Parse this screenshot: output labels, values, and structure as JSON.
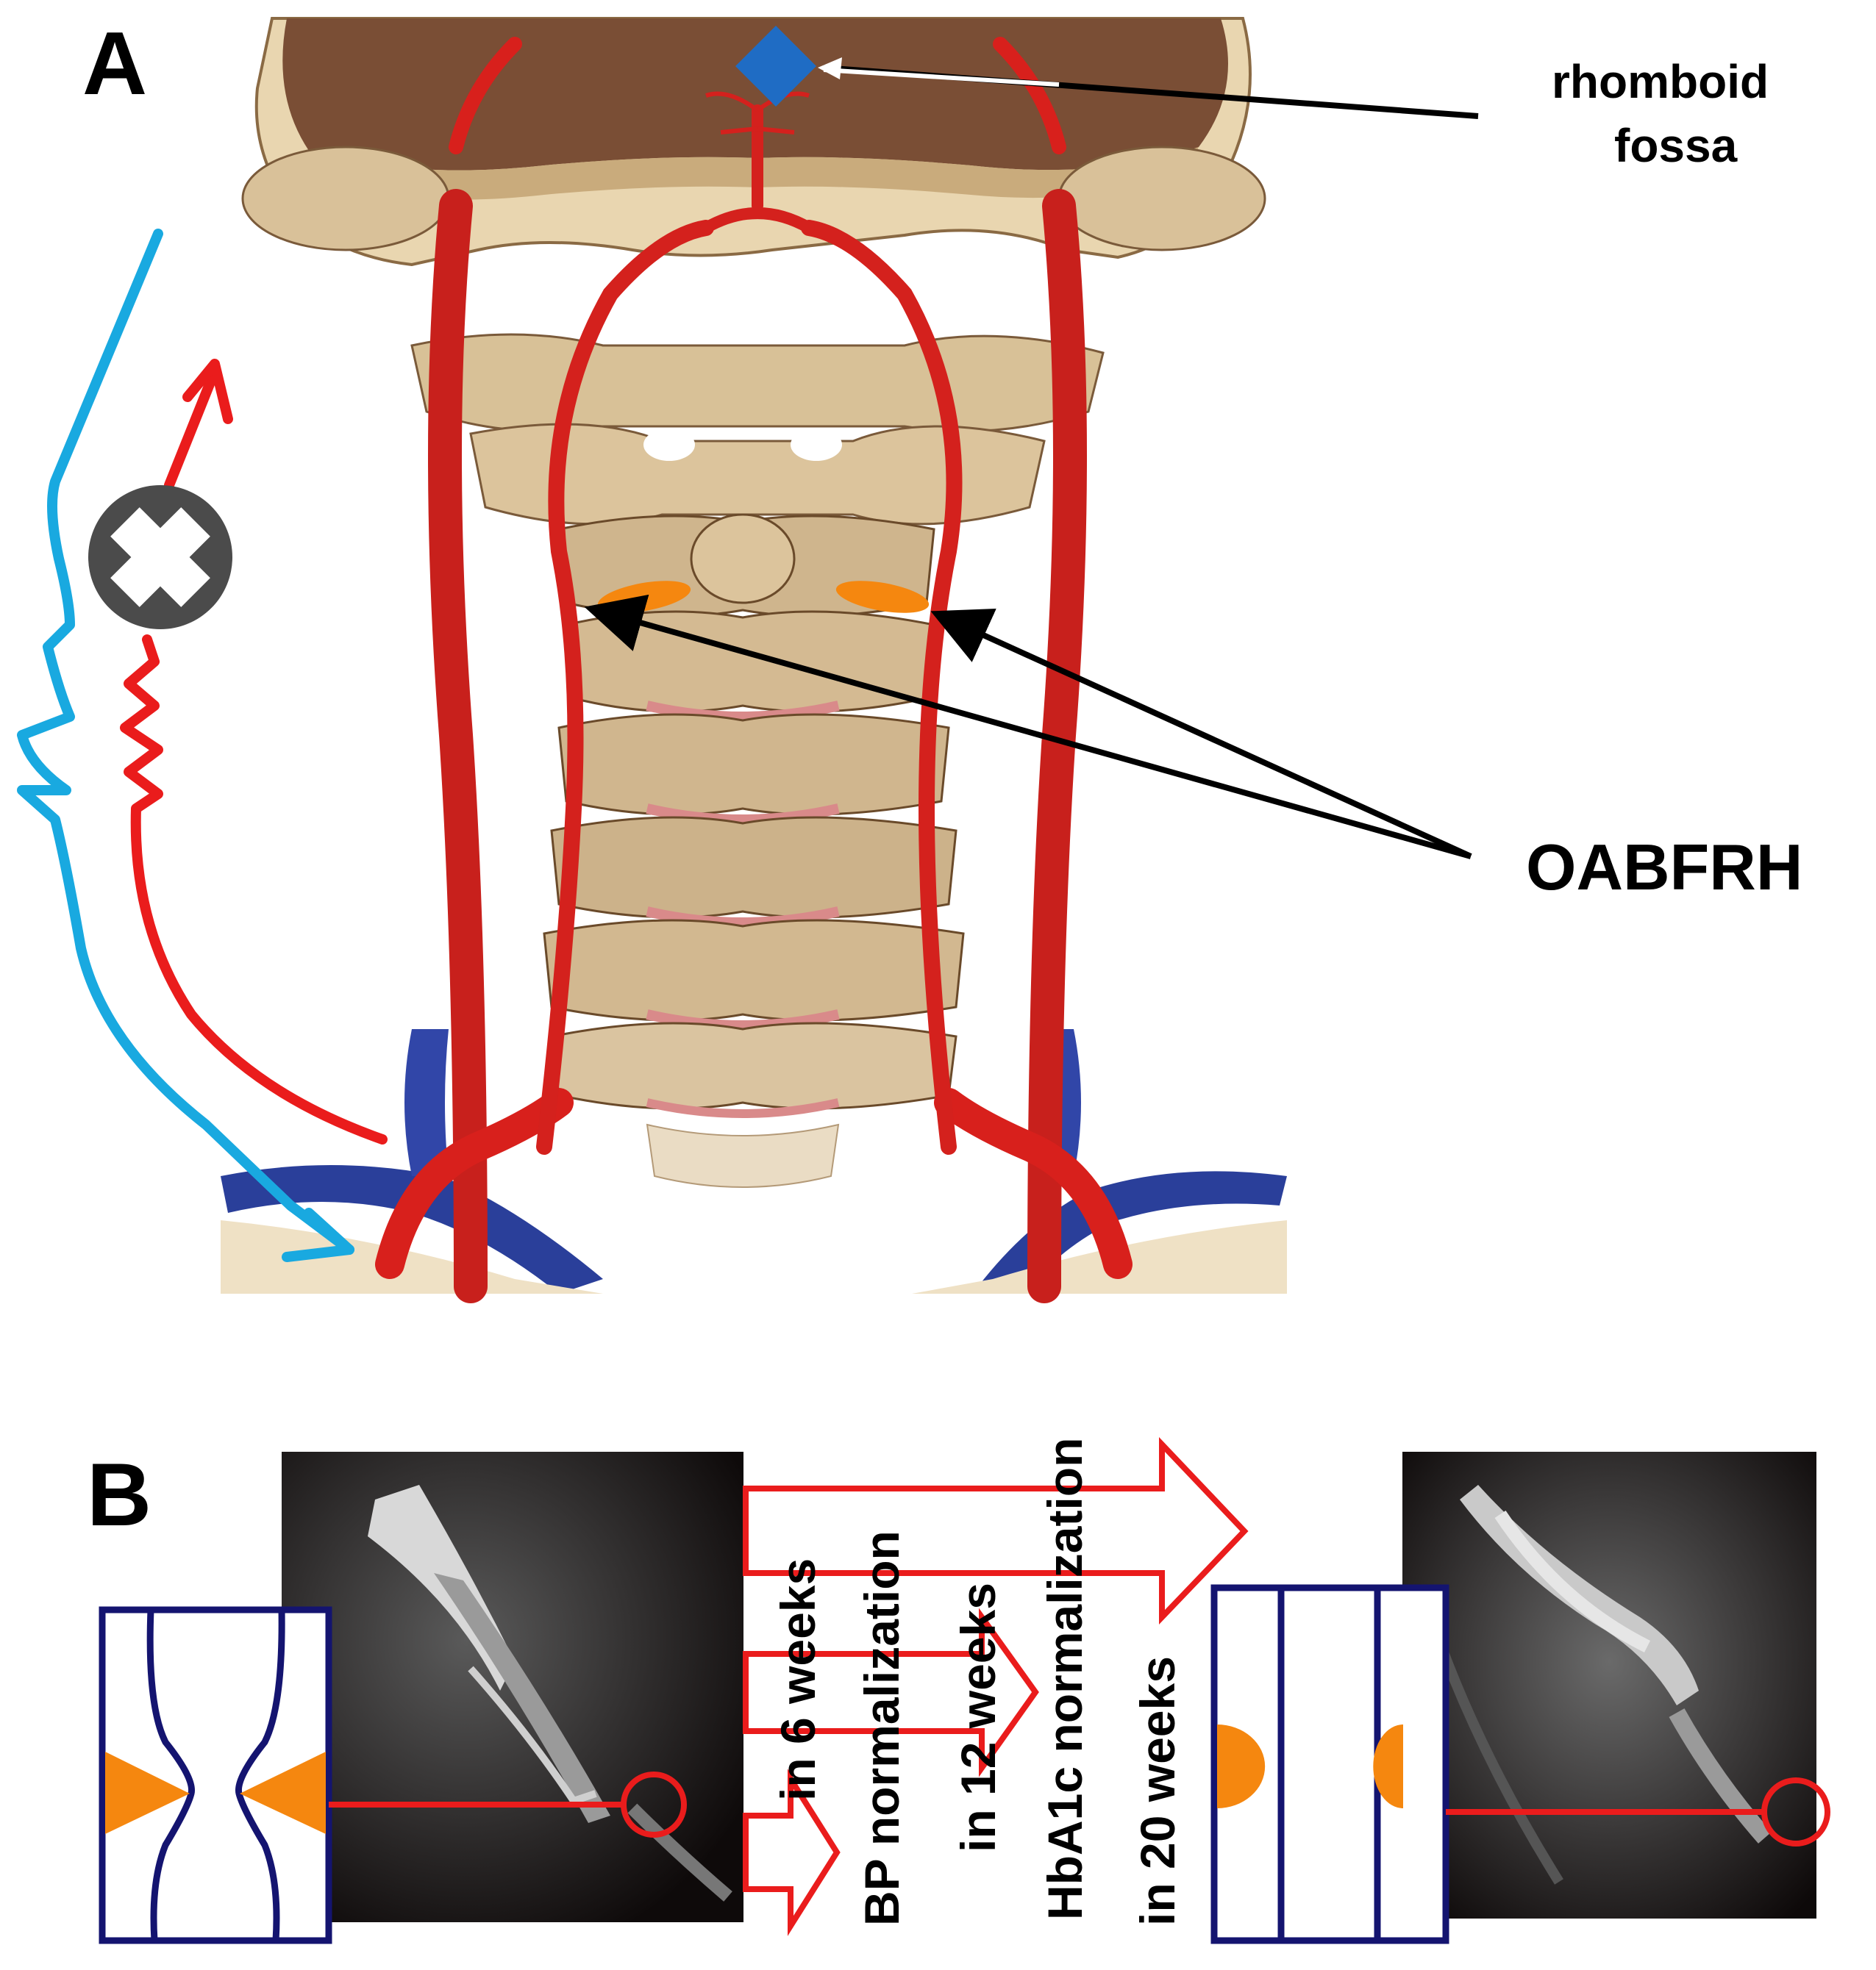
{
  "panel_a": {
    "letter": "A",
    "labels": {
      "rhomboid_line1": "rhomboid",
      "rhomboid_line2": "fossa",
      "oabfrh": "OABFRH"
    }
  },
  "panel_b": {
    "letter": "B",
    "annotations": {
      "in_6_weeks": "in 6 weeks",
      "bp_normalization": "BP normalization",
      "in_12_weeks": "in 12 weeks",
      "hba1c_normalization": "HbA1c normalization",
      "in_20_weeks": "in 20 weeks"
    }
  },
  "colors": {
    "artery": "#d8201c",
    "vein": "#2a3f9a",
    "bone": "#e4cfa8",
    "marker_orange": "#f5870f",
    "rhomboid_marker": "#1f6cc4",
    "blue_path": "#19a9e0",
    "red_annotation": "#ea1c1c",
    "schematic_outline": "#141470",
    "x_icon_bg": "#4b4b4b"
  }
}
